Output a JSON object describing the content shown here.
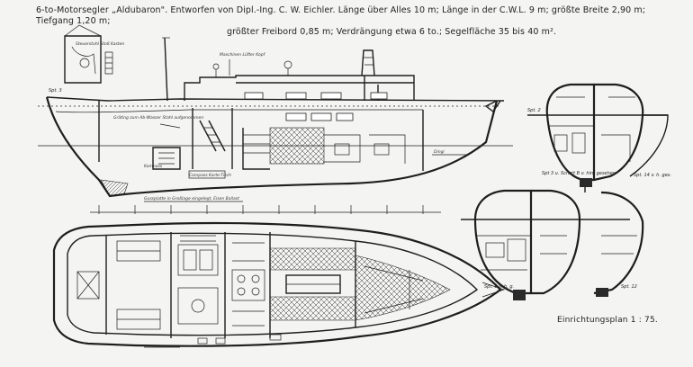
{
  "caption": {
    "line1": "6-to-Motorsegler „Aldubaron\". Entworfen von Dipl.-Ing. C. W. Eichler. Länge über Alles 10 m; Länge in der C.W.L. 9 m; größte Breite 2,90 m; Tiefgang 1,20 m;",
    "line2": "größter Freibord 0,85 m; Verdrängung etwa 6 to.; Segelfläche 35 bis 40 m²."
  },
  "plan_label": "Einrichtungsplan 1 : 75.",
  "annotations": {
    "profile_top": "Maschinen Lüfter Kopf",
    "galley_note": "Gräting zum Ab-Wasser Stahl aufgenommen",
    "kompass": "Kompass",
    "comp_kartentisch": "Compass Karte-Tisch",
    "dingi": "Dingi",
    "keel_note": "Gussplatte in Großlage eingelegt, Eisen Ballast",
    "spt_profile": "Spt. 3",
    "section_a": "Spt 3 u. Schott B v. hint gesehen",
    "section_b": "Spt. 14 v. h. ges.",
    "section_c": "Spt. 9 v. h. g.",
    "section_d": "Spt. 12",
    "detail_box": "Steuerstuhl Stoß Kasten"
  },
  "colors": {
    "paper": "#f4f4f2",
    "ink": "#1e1e1e"
  }
}
